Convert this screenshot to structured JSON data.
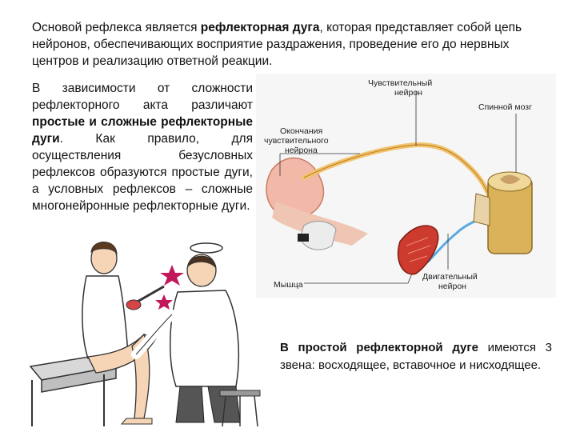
{
  "intro": {
    "t1": "Основой рефлекса является ",
    "b1": "рефлекторная дуга",
    "t2": ", которая представляет собой цепь нейронов, обеспечивающих восприятие раздражения, проведение его до нервных центров и реализацию ответной реакции."
  },
  "left": {
    "t1": "В зависимости от сложности рефлекторного акта различают ",
    "b1": "простые и сложные рефлекторные дуги",
    "t2": ". Как правило, для осуществления безусловных рефлексов образуются простые дуги, а условных рефлексов – сложные многонейронные рефлекторные дуги."
  },
  "bottom": {
    "b1": "В простой рефлекторной дуге",
    "t1": " имеются 3 звена: восходящее, вставочное и нисходящее."
  },
  "diagram": {
    "label_sensory_1": "Чувствительный",
    "label_sensory_2": "нейрон",
    "label_spinal": "Спинной мозг",
    "label_endings_1": "Окончания",
    "label_endings_2": "чувствительного",
    "label_endings_3": "нейрона",
    "label_muscle": "Мышца",
    "label_motor_1": "Двигательный",
    "label_motor_2": "нейрон"
  },
  "colors": {
    "nerve": "#f2c36a",
    "tissue": "#f3b9a8",
    "spinal": "#d9b25a",
    "muscle": "#cc3b2e",
    "motor": "#5aa9e0"
  }
}
